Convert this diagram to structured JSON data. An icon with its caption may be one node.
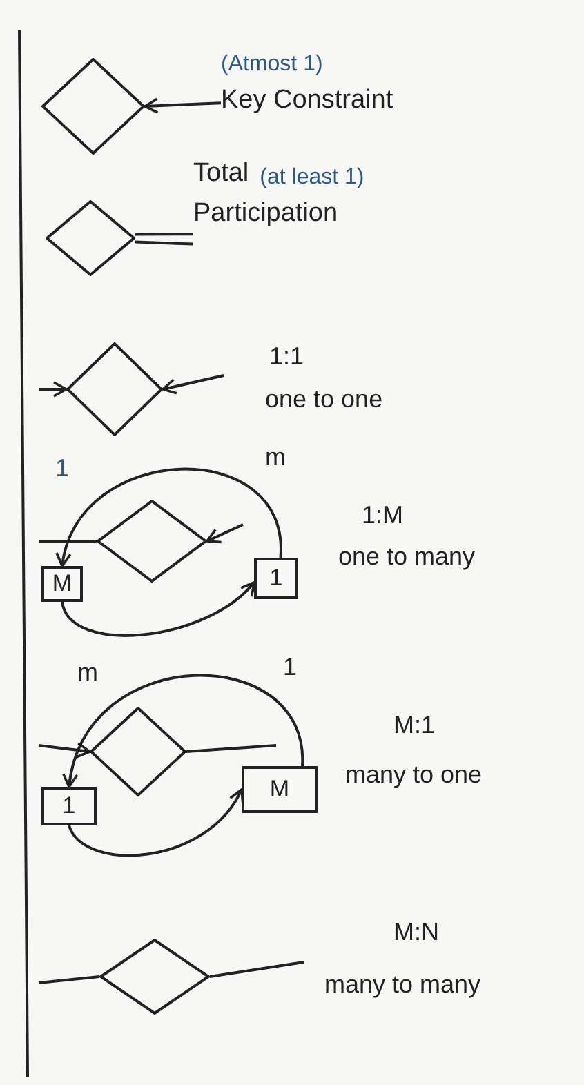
{
  "diagram": {
    "nodes": [
      {
        "text": [],
        "shape": "diamond"
      },
      {
        "text": [
          "(Atmost 1)",
          "Key Constraint"
        ]
      },
      {
        "text": [],
        "shape": "diamond"
      },
      {
        "text": [
          "Total",
          "(at least 1)",
          "Participation"
        ]
      },
      {
        "text": [],
        "shape": "diamond"
      },
      {
        "text": [],
        "shape": "diamond"
      },
      {
        "text": [
          "M"
        ]
      },
      {
        "text": [
          "1"
        ]
      },
      {
        "text": [],
        "shape": "diamond"
      },
      {
        "text": [
          "1"
        ]
      },
      {
        "text": [
          "M"
        ]
      },
      {
        "text": [],
        "shape": "diamond"
      }
    ],
    "edges": [
      {
        "from": 1,
        "to": 0,
        "arrow": "to"
      },
      {
        "from": 2,
        "to": 3,
        "arrow": "none"
      },
      {
        "from": 2,
        "to": 3,
        "arrow": "none"
      },
      {
        "from": null,
        "to": 4,
        "arrow": "to"
      },
      {
        "from": null,
        "to": 4,
        "arrow": "to"
      },
      {
        "from": 5,
        "to": null,
        "arrow": "none"
      },
      {
        "from": null,
        "to": 5,
        "arrow": "to"
      },
      {
        "from": 7,
        "to": 6,
        "arrow": "to"
      },
      {
        "from": 6,
        "to": 7,
        "arrow": "to"
      },
      {
        "from": null,
        "to": 8,
        "arrow": "to"
      },
      {
        "from": 8,
        "to": null,
        "arrow": "none"
      },
      {
        "from": 10,
        "to": 9,
        "arrow": "to"
      },
      {
        "from": 9,
        "to": 10,
        "arrow": "to"
      },
      {
        "from": null,
        "to": 11,
        "arrow": "none"
      },
      {
        "from": 11,
        "to": null,
        "arrow": "none"
      }
    ],
    "labels": [
      "1:1",
      "one to one",
      "1",
      "m",
      "1:M",
      "one to many",
      "m",
      "1",
      "M:1",
      "many to one",
      "M:N",
      "many to many"
    ]
  }
}
